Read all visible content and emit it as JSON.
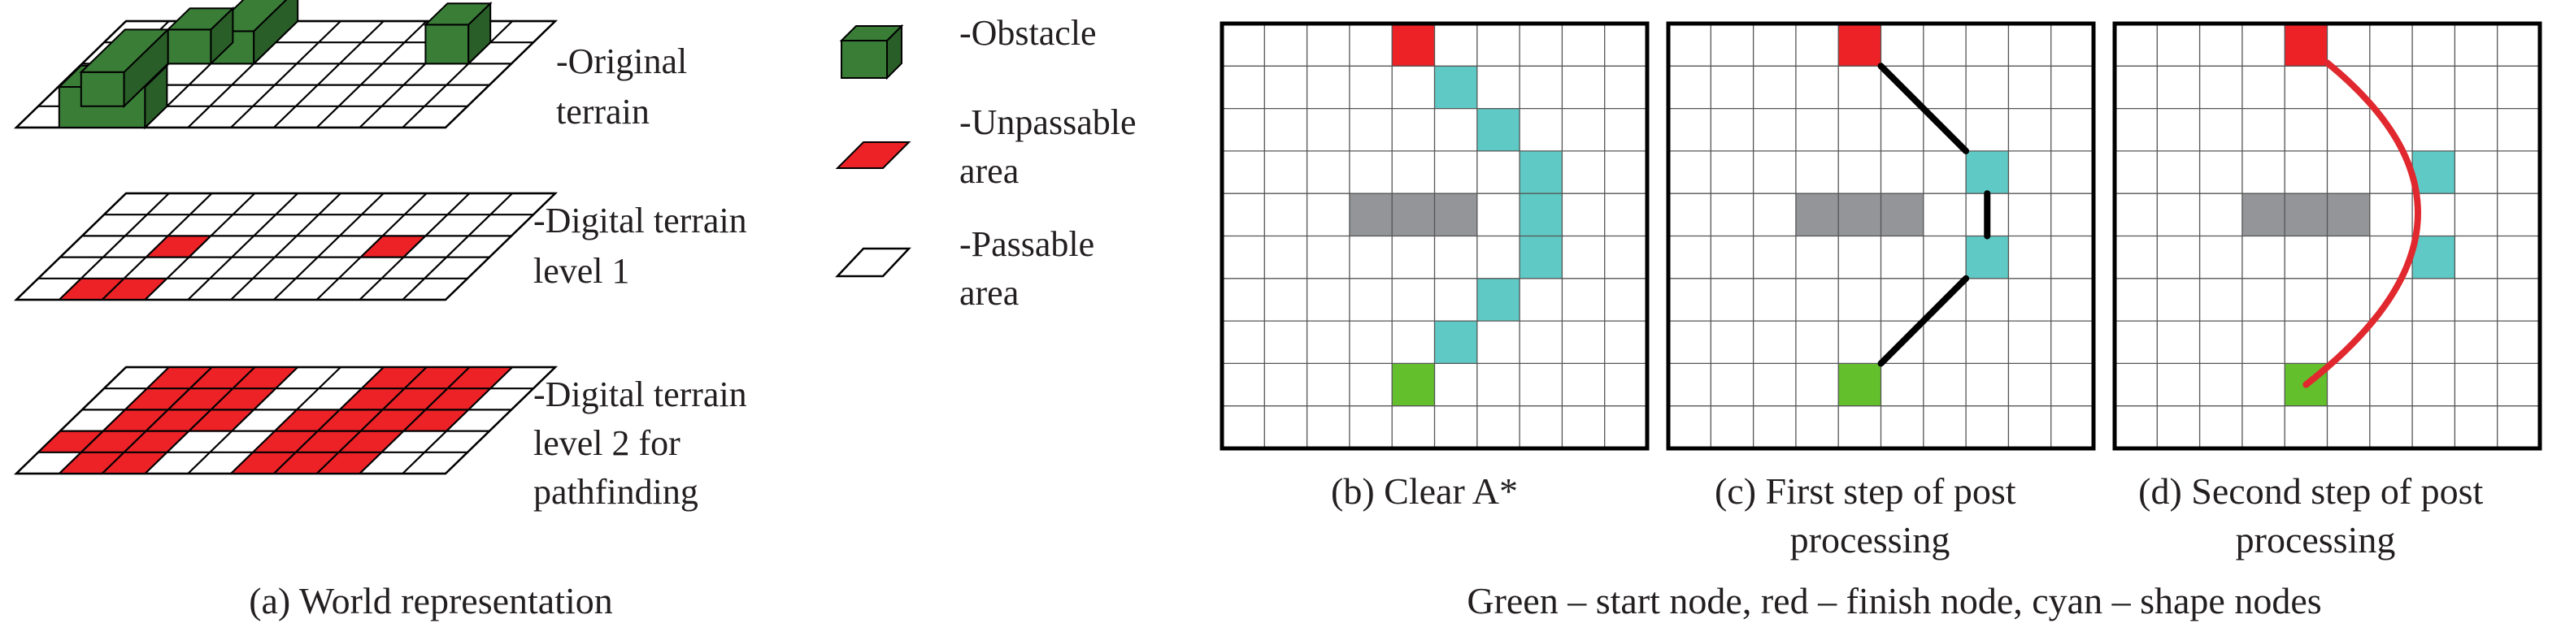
{
  "panel_a": {
    "caption": "(a) World representation",
    "layers": [
      {
        "label_lines": [
          "-Original",
          "terrain"
        ]
      },
      {
        "label_lines": [
          "-Digital terrain",
          "level 1"
        ]
      },
      {
        "label_lines": [
          "-Digital terrain",
          "level 2 for",
          "pathfinding"
        ]
      }
    ]
  },
  "legend": {
    "items": [
      {
        "kind": "obstacle",
        "label_lines": [
          "-Obstacle"
        ]
      },
      {
        "kind": "unpassable",
        "label_lines": [
          "-Unpassable",
          "area"
        ]
      },
      {
        "kind": "passable",
        "label_lines": [
          "-Passable",
          "area"
        ]
      }
    ]
  },
  "panels": [
    {
      "id": "b",
      "caption_lines": [
        "(b) Clear A*"
      ]
    },
    {
      "id": "c",
      "caption_lines": [
        "(c) First step of post",
        "processing"
      ]
    },
    {
      "id": "d",
      "caption_lines": [
        "(d) Second step of post",
        "processing"
      ]
    }
  ],
  "footnote": "Green – start node, red – finish node, cyan – shape nodes",
  "colors": {
    "obstacle": "#3a7d37",
    "obstacle_dark": "#2a5e28",
    "unpassable": "#ec2227",
    "passable": "#ffffff",
    "start": "#63bf2c",
    "finish": "#ec2227",
    "shape": "#5fcac5",
    "blocked": "#939598",
    "grid_line": "#555555",
    "frame": "#000000",
    "post_line": "#000000",
    "smooth_path": "#e0282e"
  },
  "grids": {
    "size": 10,
    "start_cell": [
      4,
      8
    ],
    "finish_cell": [
      4,
      0
    ],
    "blocked_cells": [
      [
        3,
        4
      ],
      [
        4,
        4
      ],
      [
        5,
        4
      ]
    ],
    "b_shape_cells": [
      [
        5,
        1
      ],
      [
        6,
        2
      ],
      [
        7,
        3
      ],
      [
        7,
        4
      ],
      [
        7,
        5
      ],
      [
        6,
        6
      ],
      [
        5,
        7
      ]
    ],
    "c_shape_cells": [
      [
        7,
        3
      ],
      [
        7,
        5
      ]
    ],
    "d_shape_cells": [
      [
        7,
        3
      ],
      [
        7,
        5
      ]
    ]
  },
  "terrain": {
    "cols": 10,
    "rows": 5,
    "level1_red": [
      [
        2,
        2
      ],
      [
        7,
        2
      ],
      [
        1,
        4
      ],
      [
        2,
        4
      ]
    ],
    "level2_red": [
      [
        1,
        0
      ],
      [
        2,
        0
      ],
      [
        3,
        0
      ],
      [
        6,
        0
      ],
      [
        7,
        0
      ],
      [
        8,
        0
      ],
      [
        1,
        1
      ],
      [
        2,
        1
      ],
      [
        3,
        1
      ],
      [
        6,
        1
      ],
      [
        7,
        1
      ],
      [
        8,
        1
      ],
      [
        1,
        2
      ],
      [
        2,
        2
      ],
      [
        3,
        2
      ],
      [
        5,
        2
      ],
      [
        6,
        2
      ],
      [
        7,
        2
      ],
      [
        8,
        2
      ],
      [
        0,
        3
      ],
      [
        1,
        3
      ],
      [
        2,
        3
      ],
      [
        5,
        3
      ],
      [
        6,
        3
      ],
      [
        7,
        3
      ],
      [
        1,
        4
      ],
      [
        2,
        4
      ],
      [
        5,
        4
      ],
      [
        6,
        4
      ],
      [
        7,
        4
      ]
    ]
  }
}
